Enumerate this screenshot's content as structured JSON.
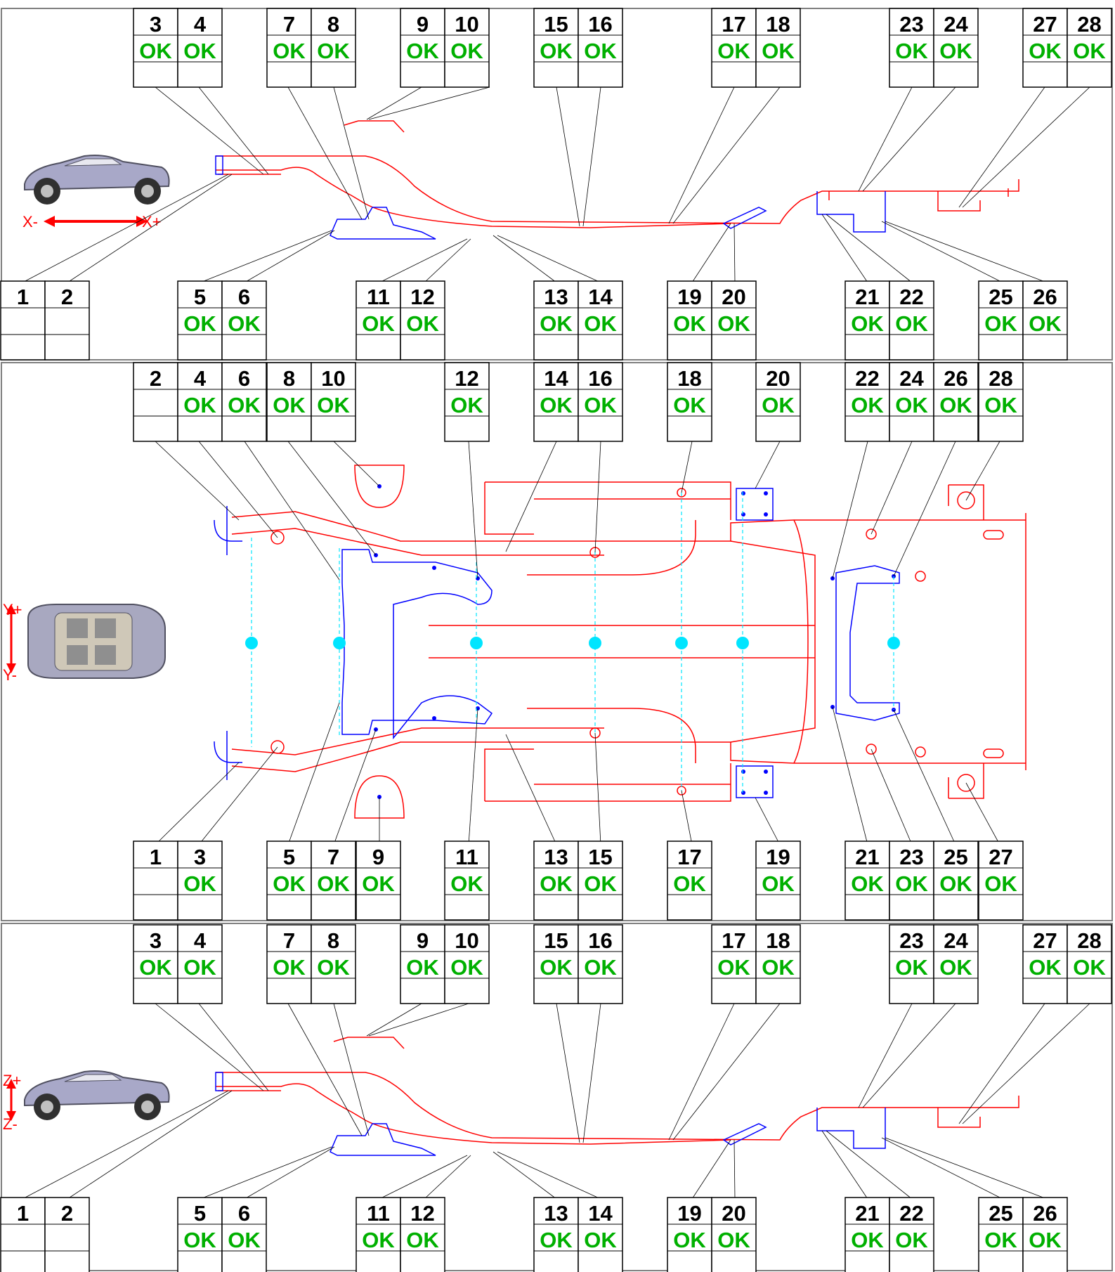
{
  "colors": {
    "frame": "#ff0000",
    "subframe": "#0000ff",
    "centerline": "#00e5ff",
    "status_ok": "#00b000",
    "leader": "#000000"
  },
  "views": {
    "side_top": {
      "axis_left": "X-",
      "axis_right": "X+",
      "upper_boxes": [
        {
          "label": "3",
          "status": "OK"
        },
        {
          "label": "4",
          "status": "OK"
        },
        {
          "label": "7",
          "status": "OK"
        },
        {
          "label": "8",
          "status": "OK"
        },
        {
          "label": "9",
          "status": "OK"
        },
        {
          "label": "10",
          "status": "OK"
        },
        {
          "label": "15",
          "status": "OK"
        },
        {
          "label": "16",
          "status": "OK"
        },
        {
          "label": "17",
          "status": "OK"
        },
        {
          "label": "18",
          "status": "OK"
        },
        {
          "label": "23",
          "status": "OK"
        },
        {
          "label": "24",
          "status": "OK"
        },
        {
          "label": "27",
          "status": "OK"
        },
        {
          "label": "28",
          "status": "OK"
        }
      ],
      "lower_boxes": [
        {
          "label": "1",
          "status": ""
        },
        {
          "label": "2",
          "status": ""
        },
        {
          "label": "5",
          "status": "OK"
        },
        {
          "label": "6",
          "status": "OK"
        },
        {
          "label": "11",
          "status": "OK"
        },
        {
          "label": "12",
          "status": "OK"
        },
        {
          "label": "13",
          "status": "OK"
        },
        {
          "label": "14",
          "status": "OK"
        },
        {
          "label": "19",
          "status": "OK"
        },
        {
          "label": "20",
          "status": "OK"
        },
        {
          "label": "21",
          "status": "OK"
        },
        {
          "label": "22",
          "status": "OK"
        },
        {
          "label": "25",
          "status": "OK"
        },
        {
          "label": "26",
          "status": "OK"
        }
      ]
    },
    "plan": {
      "axis_top": "Y+",
      "axis_bottom": "Y-",
      "upper_boxes": [
        {
          "label": "2",
          "status": ""
        },
        {
          "label": "4",
          "status": "OK"
        },
        {
          "label": "6",
          "status": "OK"
        },
        {
          "label": "8",
          "status": "OK"
        },
        {
          "label": "10",
          "status": "OK"
        },
        {
          "label": "12",
          "status": "OK"
        },
        {
          "label": "14",
          "status": "OK"
        },
        {
          "label": "16",
          "status": "OK"
        },
        {
          "label": "18",
          "status": "OK"
        },
        {
          "label": "20",
          "status": "OK"
        },
        {
          "label": "22",
          "status": "OK"
        },
        {
          "label": "24",
          "status": "OK"
        },
        {
          "label": "26",
          "status": "OK"
        },
        {
          "label": "28",
          "status": "OK"
        }
      ],
      "lower_boxes": [
        {
          "label": "1",
          "status": ""
        },
        {
          "label": "3",
          "status": "OK"
        },
        {
          "label": "5",
          "status": "OK"
        },
        {
          "label": "7",
          "status": "OK"
        },
        {
          "label": "9",
          "status": "OK"
        },
        {
          "label": "11",
          "status": "OK"
        },
        {
          "label": "13",
          "status": "OK"
        },
        {
          "label": "15",
          "status": "OK"
        },
        {
          "label": "17",
          "status": "OK"
        },
        {
          "label": "19",
          "status": "OK"
        },
        {
          "label": "21",
          "status": "OK"
        },
        {
          "label": "23",
          "status": "OK"
        },
        {
          "label": "25",
          "status": "OK"
        },
        {
          "label": "27",
          "status": "OK"
        }
      ]
    },
    "side_bottom": {
      "axis_top": "Z+",
      "axis_bottom": "Z-",
      "upper_boxes": [
        {
          "label": "3",
          "status": "OK"
        },
        {
          "label": "4",
          "status": "OK"
        },
        {
          "label": "7",
          "status": "OK"
        },
        {
          "label": "8",
          "status": "OK"
        },
        {
          "label": "9",
          "status": "OK"
        },
        {
          "label": "10",
          "status": "OK"
        },
        {
          "label": "15",
          "status": "OK"
        },
        {
          "label": "16",
          "status": "OK"
        },
        {
          "label": "17",
          "status": "OK"
        },
        {
          "label": "18",
          "status": "OK"
        },
        {
          "label": "23",
          "status": "OK"
        },
        {
          "label": "24",
          "status": "OK"
        },
        {
          "label": "27",
          "status": "OK"
        },
        {
          "label": "28",
          "status": "OK"
        }
      ],
      "lower_boxes": [
        {
          "label": "1",
          "status": ""
        },
        {
          "label": "2",
          "status": ""
        },
        {
          "label": "5",
          "status": "OK"
        },
        {
          "label": "6",
          "status": "OK"
        },
        {
          "label": "11",
          "status": "OK"
        },
        {
          "label": "12",
          "status": "OK"
        },
        {
          "label": "13",
          "status": "OK"
        },
        {
          "label": "14",
          "status": "OK"
        },
        {
          "label": "19",
          "status": "OK"
        },
        {
          "label": "20",
          "status": "OK"
        },
        {
          "label": "21",
          "status": "OK"
        },
        {
          "label": "22",
          "status": "OK"
        },
        {
          "label": "25",
          "status": "OK"
        },
        {
          "label": "26",
          "status": "OK"
        }
      ]
    }
  }
}
